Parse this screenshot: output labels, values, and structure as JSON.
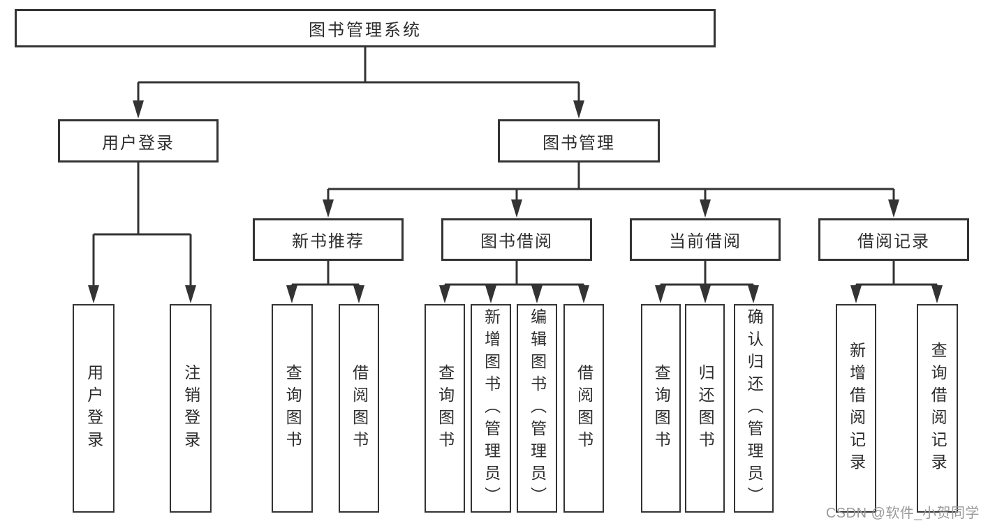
{
  "diagram": {
    "root": {
      "label": "图书管理系统"
    },
    "level2": [
      {
        "label": "用户登录"
      },
      {
        "label": "图书管理"
      }
    ],
    "level3": [
      {
        "label": "新书推荐"
      },
      {
        "label": "图书借阅"
      },
      {
        "label": "当前借阅"
      },
      {
        "label": "借阅记录"
      }
    ],
    "leaves": {
      "user_login": [
        "用户登录",
        "注销登录"
      ],
      "new_books": [
        "查询图书",
        "借阅图书"
      ],
      "borrow": [
        "查询图书",
        "新增图书（管理员）",
        "编辑图书（管理员）",
        "借阅图书"
      ],
      "current": [
        "查询图书",
        "归还图书",
        "确认归还（管理员）"
      ],
      "records": [
        "新增借阅记录",
        "查询借阅记录"
      ]
    }
  },
  "watermark": "CSDN @软件_小贺同学",
  "colors": {
    "line": "#333333",
    "text": "#2d2d2d",
    "watermark": "#9a9a9a",
    "background": "#ffffff"
  }
}
